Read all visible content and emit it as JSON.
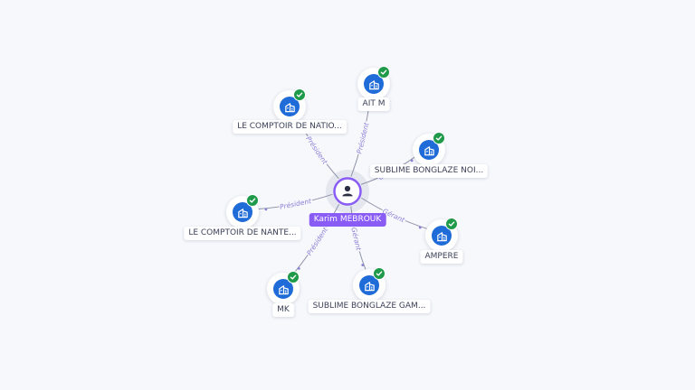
{
  "colors": {
    "background": "#f7f8fc",
    "edge": "#8e93a8",
    "edge_label": "#8a80d6",
    "person_accent": "#8a5cf6",
    "company_disc": "#1f6bd8",
    "verified_badge": "#1f9a4a"
  },
  "icons": {
    "person": "person-icon",
    "company": "building-icon",
    "verified": "check-icon"
  },
  "center": {
    "name": "Karim MEBROUK",
    "type": "person"
  },
  "companies": [
    {
      "id": "n1",
      "label": "AIT M",
      "verified": true
    },
    {
      "id": "n2",
      "label": "LE COMPTOIR DE NATIO...",
      "verified": true
    },
    {
      "id": "n3",
      "label": "SUBLIME BONGLAZE NOI...",
      "verified": true
    },
    {
      "id": "n4",
      "label": "LE COMPTOIR DE NANTE...",
      "verified": true
    },
    {
      "id": "n5",
      "label": "AMPERE",
      "verified": true
    },
    {
      "id": "n6",
      "label": "MK",
      "verified": true
    },
    {
      "id": "n7",
      "label": "SUBLIME BONGLAZE GAM...",
      "verified": true
    }
  ],
  "edges": [
    {
      "target": "n1",
      "role": "Président"
    },
    {
      "target": "n2",
      "role": "Président"
    },
    {
      "target": "n3",
      "role": "Gérant"
    },
    {
      "target": "n4",
      "role": "Président"
    },
    {
      "target": "n5",
      "role": "Gérant"
    },
    {
      "target": "n6",
      "role": "Président"
    },
    {
      "target": "n7",
      "role": "Gérant"
    }
  ]
}
